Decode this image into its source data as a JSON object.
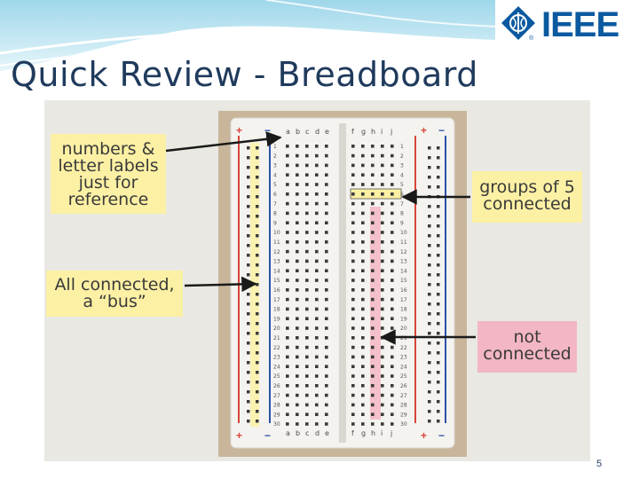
{
  "slide": {
    "title": "Quick Review - Breadboard",
    "page_number": "5"
  },
  "logo": {
    "text": "IEEE",
    "reg": "®"
  },
  "breadboard": {
    "column_labels_left": "a b c d e",
    "column_labels_right": "f g h i j",
    "row_count": 30,
    "rail_plus": "+",
    "rail_minus": "−"
  },
  "callouts": {
    "labels": {
      "line1": "numbers &",
      "line2": "letter labels",
      "line3": "just for",
      "line4": "reference"
    },
    "groups": {
      "line1": "groups of 5",
      "line2": "connected"
    },
    "bus": {
      "line1": "All connected,",
      "line2": "a “bus”"
    },
    "not_connected": {
      "line1": "not",
      "line2": "connected"
    }
  },
  "colors": {
    "title": "#1f3a5c",
    "callout_yellow": "#fcf0a4",
    "callout_pink": "#f3b6c4",
    "rail_red": "#d8453a",
    "rail_blue": "#2c52a8",
    "ieee_blue": "#0b5aa0"
  }
}
